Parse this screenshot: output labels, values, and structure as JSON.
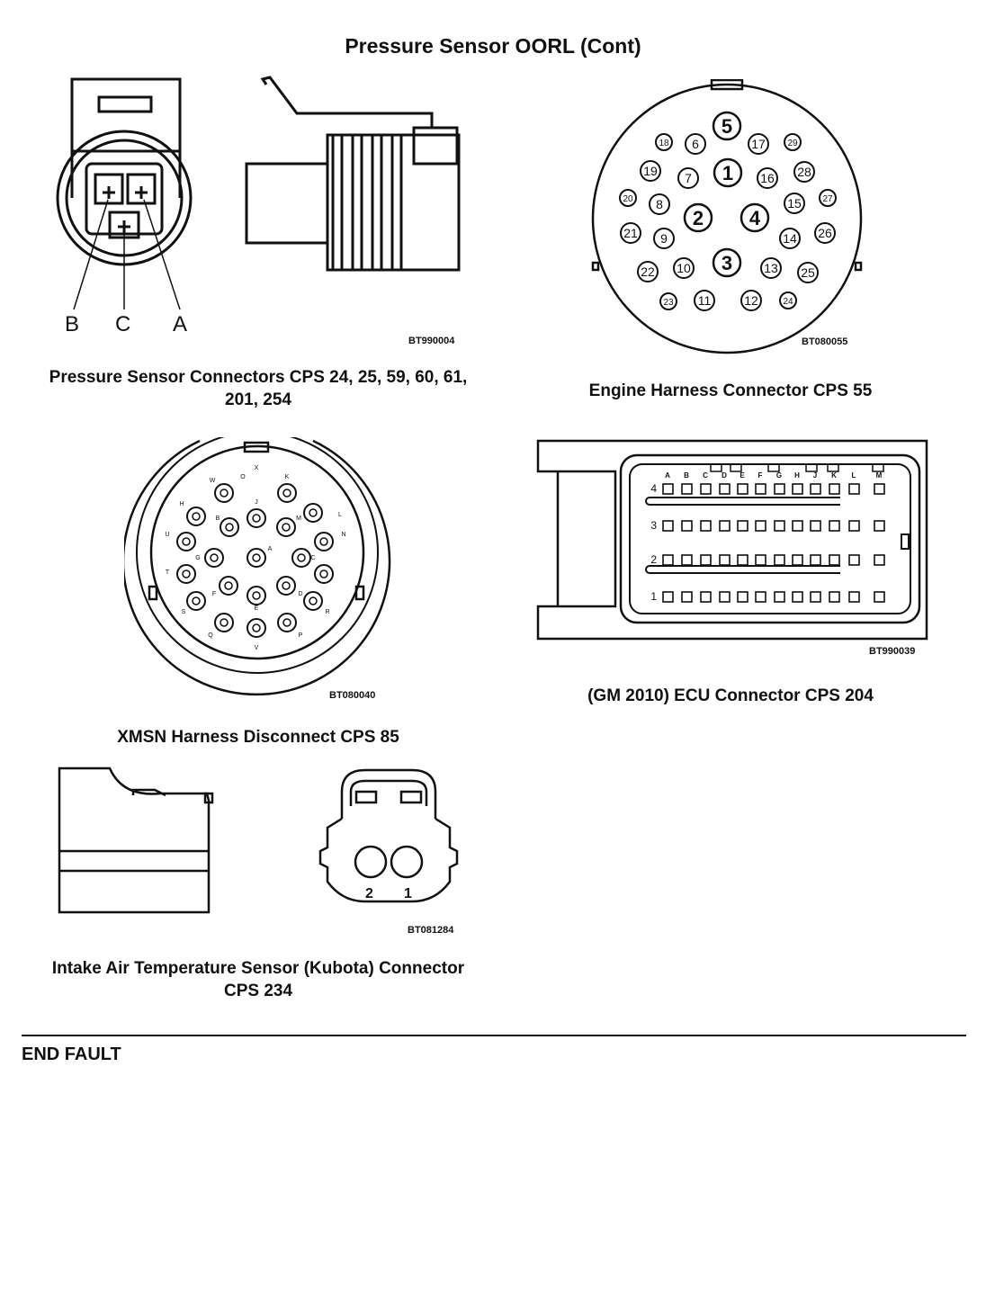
{
  "page": {
    "title": "Pressure Sensor OORL (Cont)",
    "end_label": "END FAULT"
  },
  "figures": {
    "pressure_sensor": {
      "id": "BT990004",
      "caption_line1": "Pressure Sensor Connectors CPS 24, 25, 59, 60, 61,",
      "caption_line2": "201, 254",
      "pin_labels": [
        "B",
        "C",
        "A"
      ]
    },
    "engine_harness": {
      "id": "BT080055",
      "caption": "Engine Harness Connector CPS 55",
      "large_pins": [
        "1",
        "2",
        "3",
        "4",
        "5"
      ],
      "small_pins": [
        "6",
        "7",
        "8",
        "9",
        "10",
        "11",
        "12",
        "13",
        "14",
        "15",
        "16",
        "17",
        "18",
        "19",
        "20",
        "21",
        "22",
        "23",
        "24",
        "25",
        "26",
        "27",
        "28",
        "29"
      ]
    },
    "xmsn": {
      "id": "BT080040",
      "caption": "XMSN Harness Disconnect CPS 85",
      "pin_letters": [
        "X",
        "K",
        "W",
        "J",
        "L",
        "H",
        "B",
        "M",
        "G",
        "A",
        "C",
        "U",
        "N",
        "T",
        "F",
        "D",
        "S",
        "E",
        "R",
        "Q",
        "P",
        "V",
        "O"
      ]
    },
    "ecu": {
      "id": "BT990039",
      "caption": "(GM 2010) ECU Connector CPS 204",
      "columns": [
        "A",
        "B",
        "C",
        "D",
        "E",
        "F",
        "G",
        "H",
        "J",
        "K",
        "L",
        "M"
      ],
      "rows": [
        "4",
        "3",
        "2",
        "1"
      ]
    },
    "iat": {
      "id": "BT081284",
      "caption_line1": "Intake Air Temperature Sensor (Kubota) Connector",
      "caption_line2": "CPS 234",
      "pins": [
        "2",
        "1"
      ]
    }
  }
}
